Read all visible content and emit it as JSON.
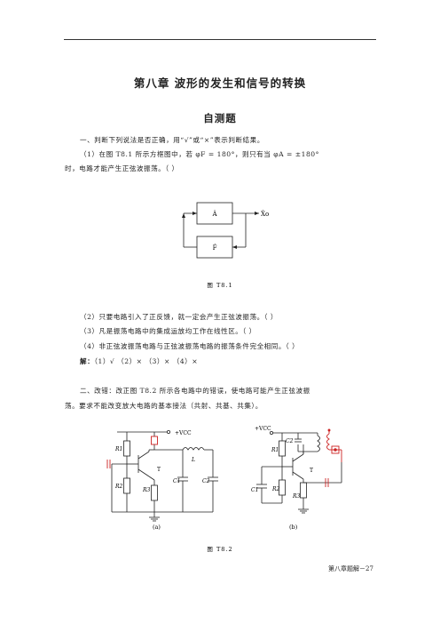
{
  "chapter_title": "第八章  波形的发生和信号的转换",
  "section_title": "自测题",
  "q1": {
    "intro": "一、判断下列说法是否正确，用“√”或“×”表示判断结果。",
    "item1_line1": "（1）在图 T8.1 所示方框图中，若 φF = 180°，则只有当 φA = ±180°",
    "item1_line2": "时，电路才能产生正弦波振荡。（    ）",
    "fig1": {
      "block_a": "Ȧ",
      "block_f": "Ḟ",
      "output": "Ẋo",
      "caption": "图 T8.1"
    },
    "item2": "（2）只要电路引入了正反馈，就一定会产生正弦波振荡。（    ）",
    "item3": "（3）凡是振荡电路中的集成运放均工作在线性区。（    ）",
    "item4": "（4）非正弦波振荡电路与正弦波振荡电路的振荡条件完全相同。（    ）",
    "answer_label": "解：",
    "answer_values": "（1）√        （2）×        （3）×        （4）×"
  },
  "q2": {
    "line1": "二、改错：改正图 T8.2 所示各电路中的错误，使电路可能产生正弦波振",
    "line2": "荡。要求不能改变放大电路的基本接法（共射、共基、共集）。",
    "fig2": {
      "a": {
        "vcc": "+VCC",
        "r1": "R1",
        "r2": "R2",
        "r3": "R3",
        "t": "T",
        "l": "L",
        "c1": "C1",
        "c2": "C2",
        "label": "(a)"
      },
      "b": {
        "vcc": "+VCC",
        "r1": "R1",
        "r2": "R2",
        "r3": "R3",
        "t": "T",
        "c1": "C1",
        "c2": "C2",
        "label": "(b)"
      },
      "caption": "图 T8.2"
    }
  },
  "footer": "第八章题解－27",
  "colors": {
    "correction": "#cc2222",
    "text": "#222222"
  }
}
